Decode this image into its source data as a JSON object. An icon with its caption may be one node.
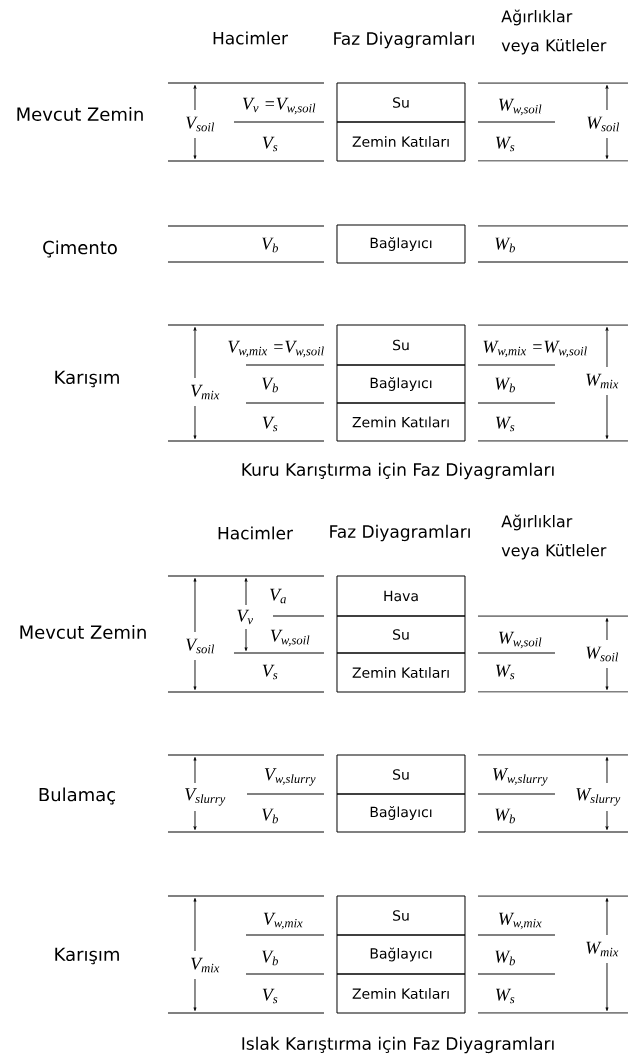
{
  "diagram": {
    "nodes": [
      {
        "text": [
          "Su"
        ]
      },
      {
        "text": [
          "Zemin Katıları"
        ]
      },
      {
        "text": [
          "Bağlayıcı"
        ]
      },
      {
        "text": [
          "Su"
        ]
      },
      {
        "text": [
          "Bağlayıcı"
        ]
      },
      {
        "text": [
          "Zemin Katıları"
        ]
      },
      {
        "text": [
          "Hava"
        ]
      },
      {
        "text": [
          "Su"
        ]
      },
      {
        "text": [
          "Zemin Katıları"
        ]
      },
      {
        "text": [
          "Su"
        ]
      },
      {
        "text": [
          "Bağlayıcı"
        ]
      },
      {
        "text": [
          "Su"
        ]
      },
      {
        "text": [
          "Bağlayıcı"
        ]
      },
      {
        "text": [
          "Zemin Katıları"
        ]
      }
    ],
    "edges": [],
    "labels": [
      "Hacimler",
      "Faz Diyagramları",
      "Ağırlıklar veya Kütleler",
      "Mevcut Zemin",
      "V$_{soil}$",
      "V$_{v}$ =V$_{w,soil}$",
      "W$_{w,soil}$",
      "W$_{soil}$",
      "V$_{s}$",
      "W$_{s}$",
      "Çimento",
      "V$_{b}$",
      "W$_{b}$",
      "V$_{w,mix}$ =V$_{w,soil}$",
      "W$_{w,mix}$ =W$_{w,soil}$",
      "Karışım",
      "V$_{mix}$",
      "V$_{b}$",
      "W$_{b}$",
      "W$_{mix}$",
      "V$_{s}$",
      "W$_{s}$",
      "Kuru Karıştırma için Faz Diyagramları",
      "Hacimler",
      "Faz Diyagramları",
      "Ağırlıklar veya Kütleler",
      "V$_{a}$",
      "Mevcut Zemin",
      "V$_{soil}$",
      "V$_{v}$",
      "V$_{w,soil}$",
      "W$_{w,soil}$",
      "W$_{soil}$",
      "V$_{s}$",
      "W$_{s}$",
      "V$_{w,slurry}$",
      "W$_{w,slurry}$",
      "Bulamaç",
      "V$_{slurry}$",
      "W$_{slurry}$",
      "V$_{b}$",
      "W$_{b}$",
      "V$_{w,mix}$",
      "W$_{w,mix}$",
      "Karışım",
      "V$_{mix}$",
      "V$_{b}$",
      "W$_{b}$",
      "W$_{mix}$",
      "V$_{s}$",
      "W$_{s}$",
      "Islak Karıştırma için Faz Diyagramları"
    ]
  }
}
